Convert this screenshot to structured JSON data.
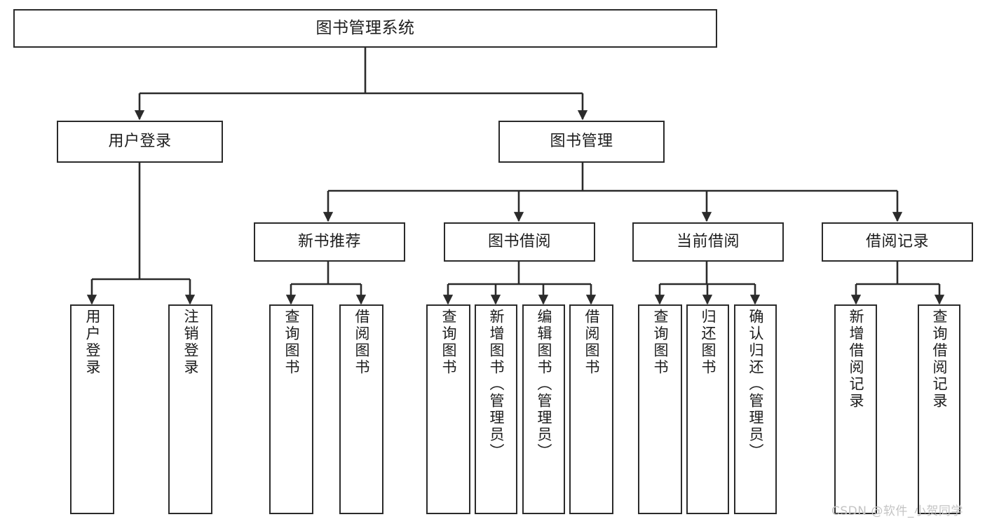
{
  "title": "图书管理系统",
  "watermark": "CSDN @软件_小贺同学",
  "colors": {
    "box_border": "#2b2b2b",
    "box_fill": "#ffffff",
    "edge": "#2b2b2b",
    "text": "#1d1d1d",
    "watermark": "#c4c4c4",
    "background": "#ffffff"
  },
  "chart_data": {
    "type": "diagram",
    "subtype": "tree-hierarchy-chart",
    "title": "图书管理系统",
    "orientation": "top-down",
    "levels": 4,
    "node_count": 20,
    "nodes": [
      {
        "id": "root",
        "label": "图书管理系统",
        "level": 0,
        "parent": null,
        "orientation": "horizontal"
      },
      {
        "id": "login",
        "label": "用户登录",
        "level": 1,
        "parent": "root",
        "orientation": "horizontal"
      },
      {
        "id": "bookmgmt",
        "label": "图书管理",
        "level": 1,
        "parent": "root",
        "orientation": "horizontal"
      },
      {
        "id": "newbook",
        "label": "新书推荐",
        "level": 2,
        "parent": "bookmgmt",
        "orientation": "horizontal"
      },
      {
        "id": "borrow",
        "label": "图书借阅",
        "level": 2,
        "parent": "bookmgmt",
        "orientation": "horizontal"
      },
      {
        "id": "current",
        "label": "当前借阅",
        "level": 2,
        "parent": "bookmgmt",
        "orientation": "horizontal"
      },
      {
        "id": "records",
        "label": "借阅记录",
        "level": 2,
        "parent": "bookmgmt",
        "orientation": "horizontal"
      },
      {
        "id": "login_in",
        "label": "用户登录",
        "level": 2,
        "parent": "login",
        "orientation": "vertical"
      },
      {
        "id": "login_out",
        "label": "注销登录",
        "level": 2,
        "parent": "login",
        "orientation": "vertical"
      },
      {
        "id": "nb_query",
        "label": "查询图书",
        "level": 3,
        "parent": "newbook",
        "orientation": "vertical"
      },
      {
        "id": "nb_borrow",
        "label": "借阅图书",
        "level": 3,
        "parent": "newbook",
        "orientation": "vertical"
      },
      {
        "id": "bo_query",
        "label": "查询图书",
        "level": 3,
        "parent": "borrow",
        "orientation": "vertical"
      },
      {
        "id": "bo_add",
        "label": "新增图书（管理员）",
        "level": 3,
        "parent": "borrow",
        "orientation": "vertical"
      },
      {
        "id": "bo_edit",
        "label": "编辑图书（管理员）",
        "level": 3,
        "parent": "borrow",
        "orientation": "vertical"
      },
      {
        "id": "bo_borrow",
        "label": "借阅图书",
        "level": 3,
        "parent": "borrow",
        "orientation": "vertical"
      },
      {
        "id": "cu_query",
        "label": "查询图书",
        "level": 3,
        "parent": "current",
        "orientation": "vertical"
      },
      {
        "id": "cu_return",
        "label": "归还图书",
        "level": 3,
        "parent": "current",
        "orientation": "vertical"
      },
      {
        "id": "cu_confirm",
        "label": "确认归还（管理员）",
        "level": 3,
        "parent": "current",
        "orientation": "vertical"
      },
      {
        "id": "re_add",
        "label": "新增借阅记录",
        "level": 3,
        "parent": "records",
        "orientation": "vertical"
      },
      {
        "id": "re_query",
        "label": "查询借阅记录",
        "level": 3,
        "parent": "records",
        "orientation": "vertical"
      }
    ],
    "edges": [
      {
        "from": "root",
        "to": "login"
      },
      {
        "from": "root",
        "to": "bookmgmt"
      },
      {
        "from": "login",
        "to": "login_in"
      },
      {
        "from": "login",
        "to": "login_out"
      },
      {
        "from": "bookmgmt",
        "to": "newbook"
      },
      {
        "from": "bookmgmt",
        "to": "borrow"
      },
      {
        "from": "bookmgmt",
        "to": "current"
      },
      {
        "from": "bookmgmt",
        "to": "records"
      },
      {
        "from": "newbook",
        "to": "nb_query"
      },
      {
        "from": "newbook",
        "to": "nb_borrow"
      },
      {
        "from": "borrow",
        "to": "bo_query"
      },
      {
        "from": "borrow",
        "to": "bo_add"
      },
      {
        "from": "borrow",
        "to": "bo_edit"
      },
      {
        "from": "borrow",
        "to": "bo_borrow"
      },
      {
        "from": "current",
        "to": "cu_query"
      },
      {
        "from": "current",
        "to": "cu_return"
      },
      {
        "from": "current",
        "to": "cu_confirm"
      },
      {
        "from": "records",
        "to": "re_add"
      },
      {
        "from": "records",
        "to": "re_query"
      }
    ]
  }
}
